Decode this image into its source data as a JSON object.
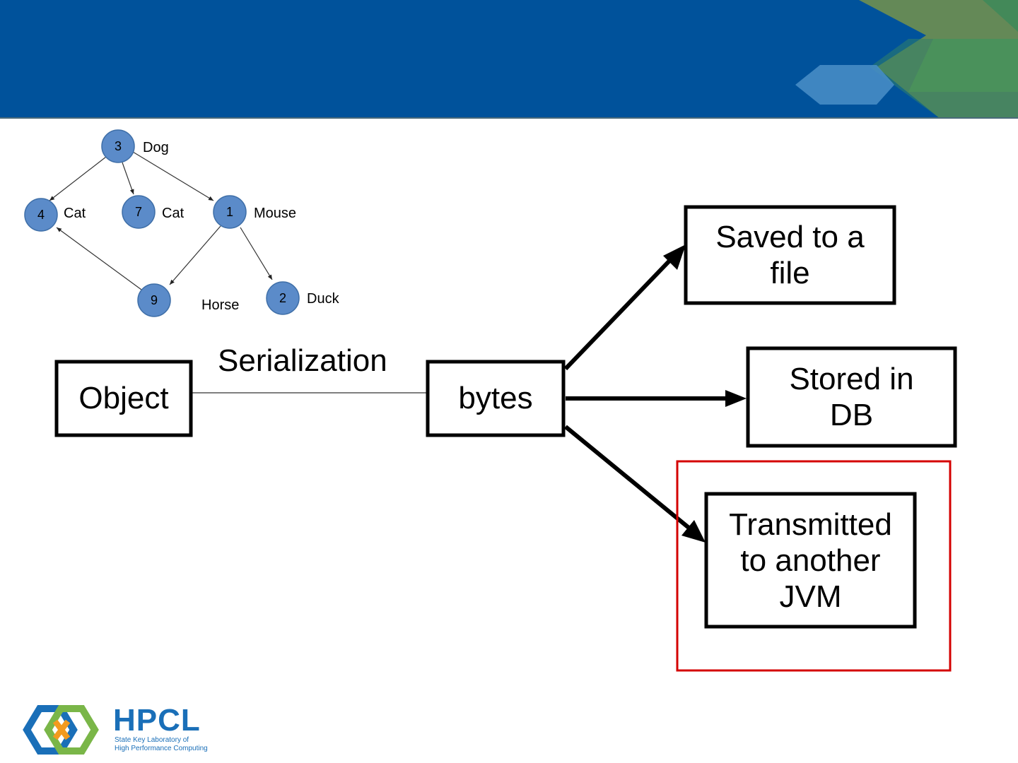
{
  "colors": {
    "header_blue": "#00529b",
    "node_fill": "#5b8bc9",
    "highlight": "#d40000"
  },
  "graph": {
    "nodes": [
      {
        "id": "3",
        "label": "Dog"
      },
      {
        "id": "4",
        "label": "Cat"
      },
      {
        "id": "7",
        "label": "Cat"
      },
      {
        "id": "1",
        "label": "Mouse"
      },
      {
        "id": "9",
        "label": "Horse"
      },
      {
        "id": "2",
        "label": "Duck"
      }
    ]
  },
  "flow": {
    "object_label": "Object",
    "serialization_label": "Serialization",
    "bytes_label": "bytes",
    "targets": [
      {
        "label": "Saved to a\nfile"
      },
      {
        "label": "Stored in\nDB"
      },
      {
        "label": "Transmitted\nto another\nJVM"
      }
    ]
  },
  "logo": {
    "name": "HPCL",
    "subtitle_line1": "State Key Laboratory of",
    "subtitle_line2": "High Performance Computing"
  }
}
